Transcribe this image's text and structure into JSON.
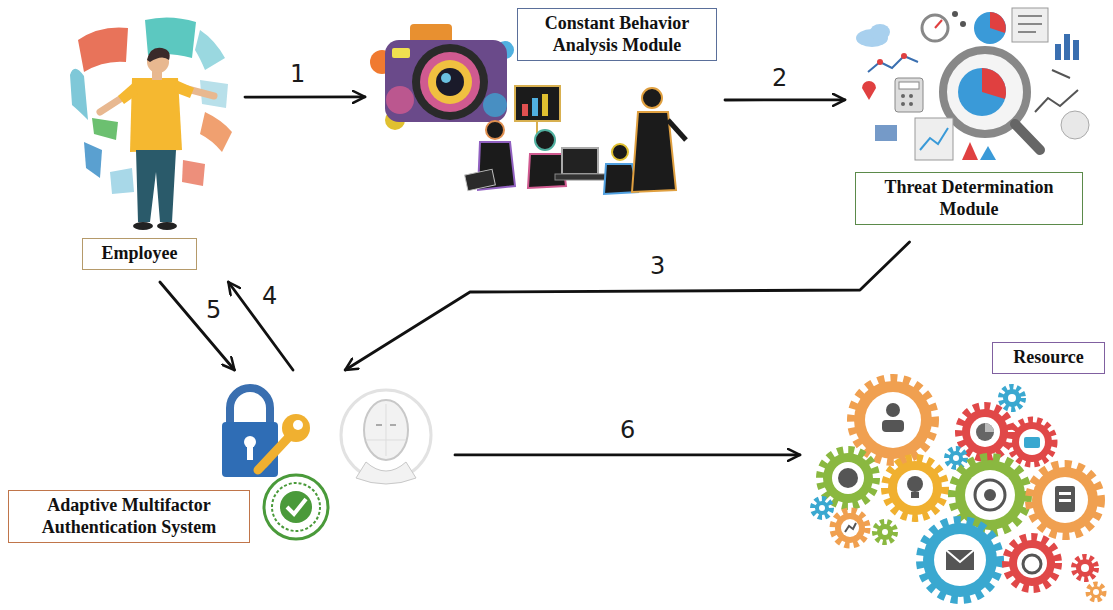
{
  "diagram": {
    "nodes": [
      {
        "text": [
          "Employee"
        ]
      },
      {
        "text": [
          "Constant Behavior Analysis Module"
        ]
      },
      {
        "text": [
          "Threat Determination Module"
        ]
      },
      {
        "text": [
          "Adaptive Multifactor Authentication System"
        ]
      },
      {
        "text": [
          "Resource"
        ]
      }
    ],
    "edges": [
      {
        "from": 0,
        "to": 1,
        "arrow": "to",
        "label": "1"
      },
      {
        "from": 1,
        "to": 2,
        "arrow": "to",
        "label": "2"
      },
      {
        "from": 2,
        "to": 3,
        "arrow": "to",
        "label": "3"
      },
      {
        "from": 3,
        "to": 0,
        "arrow": "to",
        "label": "4"
      },
      {
        "from": 0,
        "to": 3,
        "arrow": "to",
        "label": "5"
      },
      {
        "from": 3,
        "to": 4,
        "arrow": "to",
        "label": "6"
      }
    ]
  }
}
